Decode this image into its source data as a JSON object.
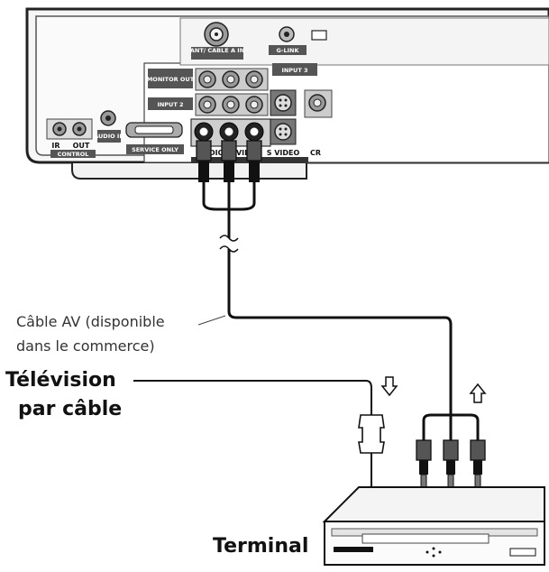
{
  "panel": {
    "labels": {
      "ant_cable_in": "ANT/ CABLE A IN",
      "g_link": "G-LINK",
      "monitor_out": "MONITOR OUT",
      "input2": "INPUT 2",
      "input3": "INPUT 3",
      "control": "CONTROL",
      "ir": "IR",
      "out": "OUT",
      "audio_in": "AUDIO IN",
      "service_only": "SERVICE ONLY",
      "audio": "AUDIO",
      "video": "VIDEO",
      "s_video": "S VIDEO",
      "cr": "CR"
    }
  },
  "cable": {
    "label_line1": "Câble AV (disponible",
    "label_line2": "dans le commerce)"
  },
  "cable_tv": {
    "label_line1": "Télévision",
    "label_line2": "par câble"
  },
  "terminal": {
    "label": "Terminal"
  }
}
